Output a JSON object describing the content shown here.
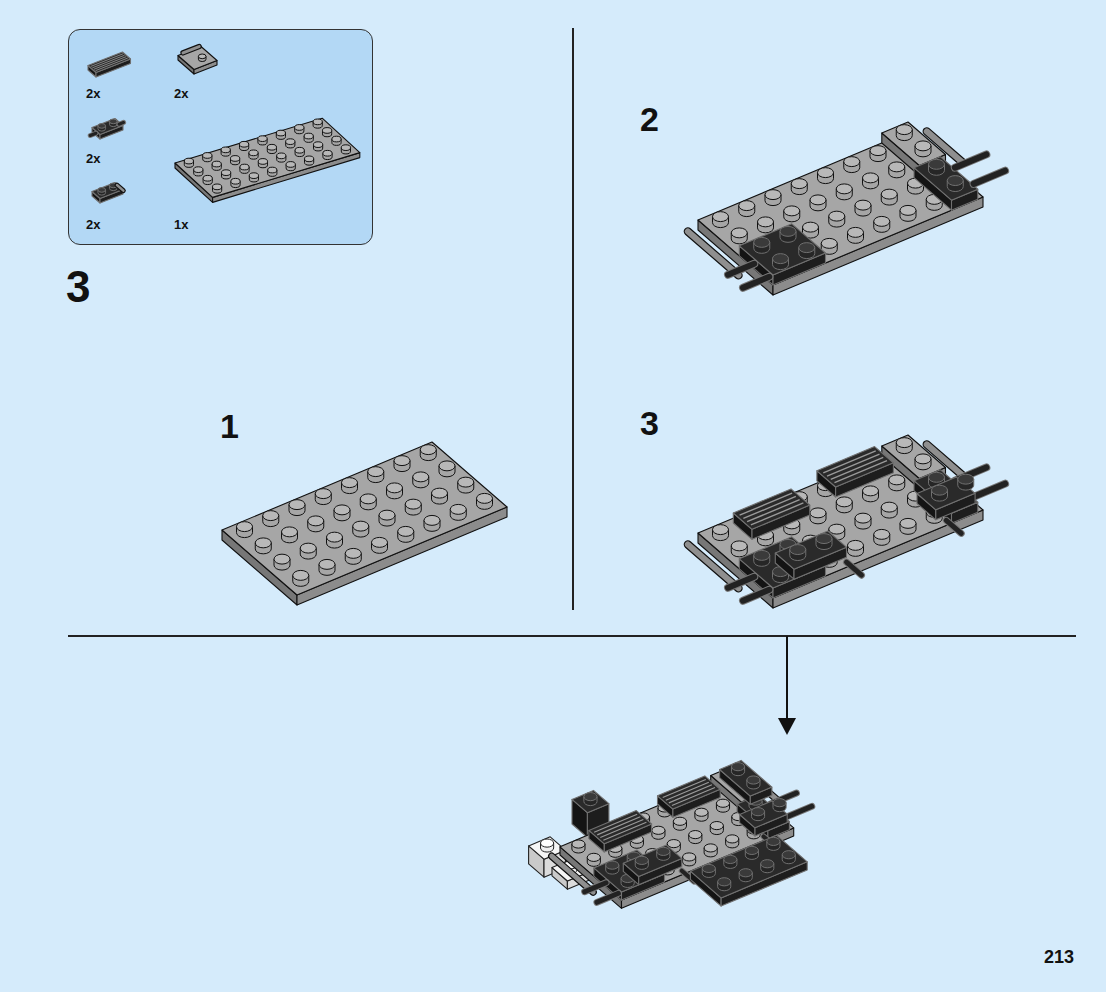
{
  "diagram": {
    "nodes": [
      {
        "text": [
          "2x",
          "2x",
          "2x",
          "2x",
          "1x"
        ]
      }
    ],
    "labels": [
      "3",
      "1",
      "2",
      "3",
      "213"
    ]
  }
}
